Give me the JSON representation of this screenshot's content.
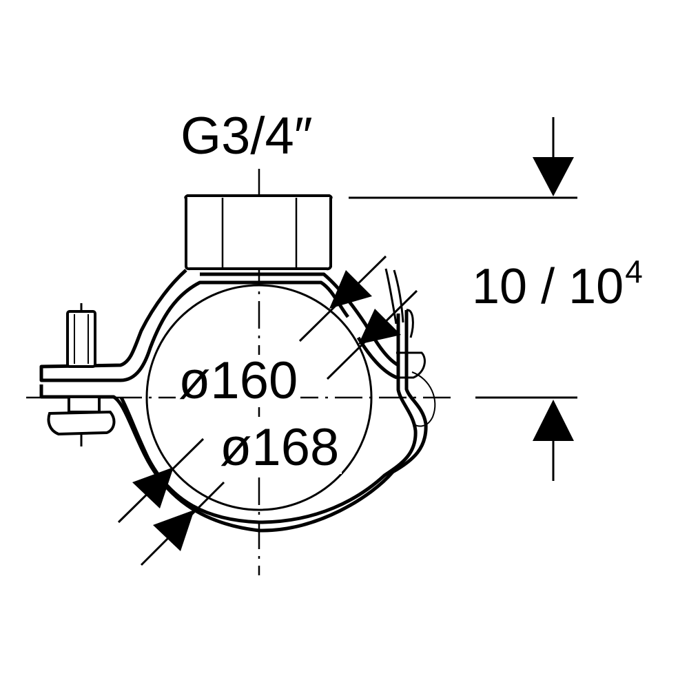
{
  "labels": {
    "thread": "G3/4″",
    "inner_diameter": "ø160",
    "outer_diameter": "ø168",
    "offset_base": "10 / 10",
    "offset_exponent": "4"
  },
  "colors": {
    "stroke": "#000000",
    "background": "#ffffff"
  }
}
